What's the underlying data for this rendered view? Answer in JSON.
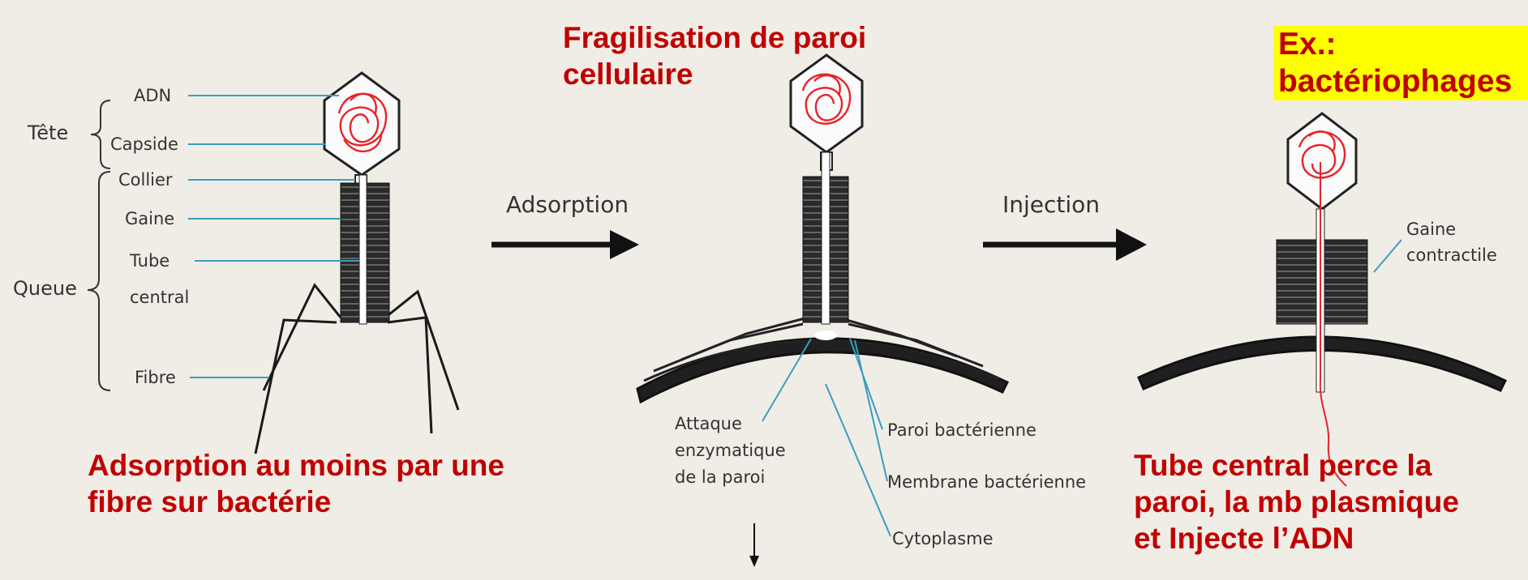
{
  "colors": {
    "background": "#f0ede6",
    "annotation": "#c00000",
    "highlight": "#ffff00",
    "leader_line": "#3a9dbf"
  },
  "annotations": {
    "top_center": "Fragilisation de paroi cellulaire",
    "top_right": "Ex.: bactériophages",
    "bottom_left": "Adsorption au moins par une fibre sur bactérie",
    "bottom_right_1": "Tube central perce la",
    "bottom_right_2": "paroi, la mb plasmique",
    "bottom_right_3": "et  Injecte l’ADN"
  },
  "phage_labels": {
    "head_group": "Tête",
    "tail_group": "Queue",
    "adn": "ADN",
    "capside": "Capside",
    "collier": "Collier",
    "gaine": "Gaine",
    "tube_1": "Tube",
    "tube_2": "central",
    "fibre": "Fibre"
  },
  "steps": {
    "adsorption": "Adsorption",
    "injection": "Injection"
  },
  "cell_labels": {
    "attaque_1": "Attaque",
    "attaque_2": "enzymatique",
    "attaque_3": "de la paroi",
    "paroi": "Paroi bactérienne",
    "membrane": "Membrane bactérienne",
    "cytoplasme": "Cytoplasme",
    "gaine_1": "Gaine",
    "gaine_2": "contractile"
  }
}
